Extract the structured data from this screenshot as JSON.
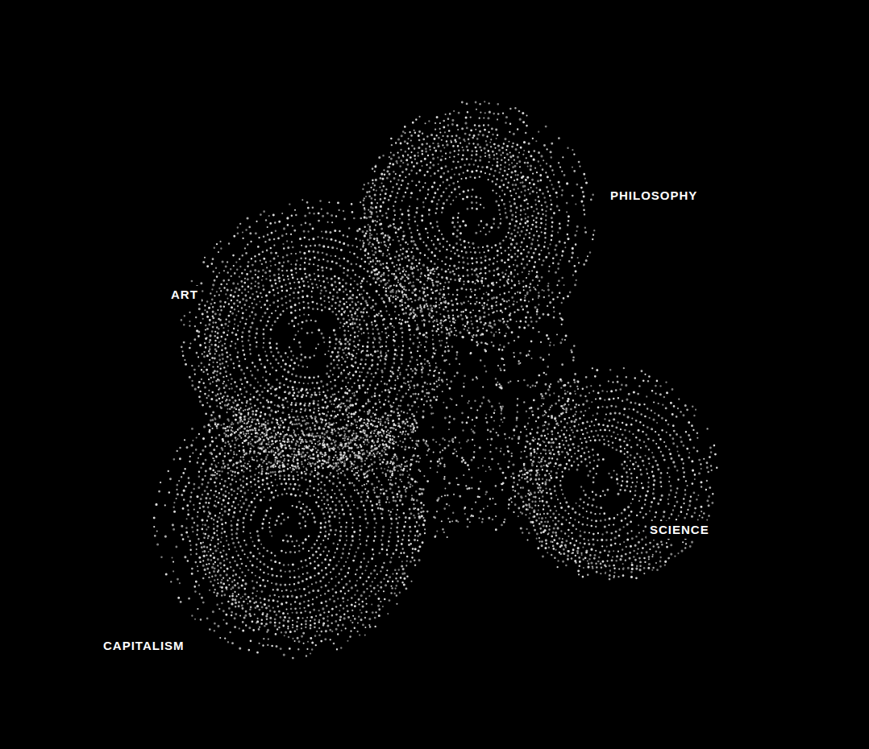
{
  "diagram": {
    "labels": [
      "PHILOSOPHY",
      "ART",
      "SCIENCE",
      "CAPITALISM"
    ]
  }
}
